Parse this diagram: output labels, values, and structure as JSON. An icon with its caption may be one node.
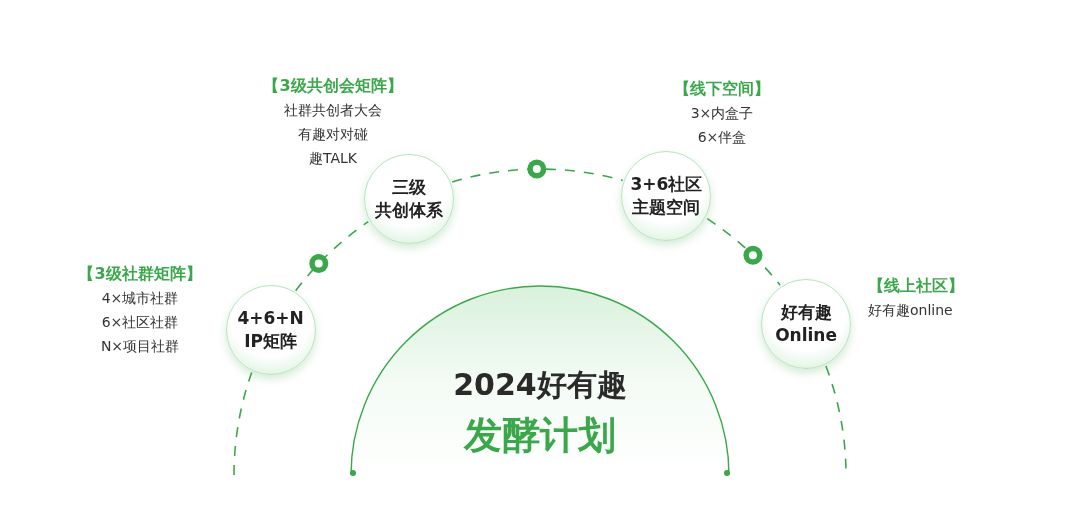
{
  "diagram": {
    "nodes": [
      {
        "text": [
          "4+6+N IP矩阵"
        ],
        "beside": [
          "【3级社群矩阵】",
          "4×城市社群",
          "6×社区社群",
          "N×项目社群"
        ]
      },
      {
        "text": [
          "三级共创体系"
        ],
        "beside": [
          "【3级共创会矩阵】",
          "社群共创者大会",
          "有趣对对碰",
          "趣TALK"
        ]
      },
      {
        "text": [
          "3+6社区主题空间"
        ],
        "beside": [
          "【线下空间】",
          "3×内盒子",
          "6×伴盒"
        ]
      },
      {
        "text": [
          "好有趣 Online"
        ],
        "beside": [
          "【线上社区】",
          "好有趣online"
        ]
      },
      {
        "text": [
          "2024好有趣",
          "发酵计划"
        ]
      }
    ],
    "edges": [
      {
        "from": 0,
        "to": 1,
        "arrow": "none",
        "style": "dashed"
      },
      {
        "from": 1,
        "to": 2,
        "arrow": "none",
        "style": "dashed"
      },
      {
        "from": 2,
        "to": 3,
        "arrow": "none",
        "style": "dashed"
      }
    ]
  }
}
